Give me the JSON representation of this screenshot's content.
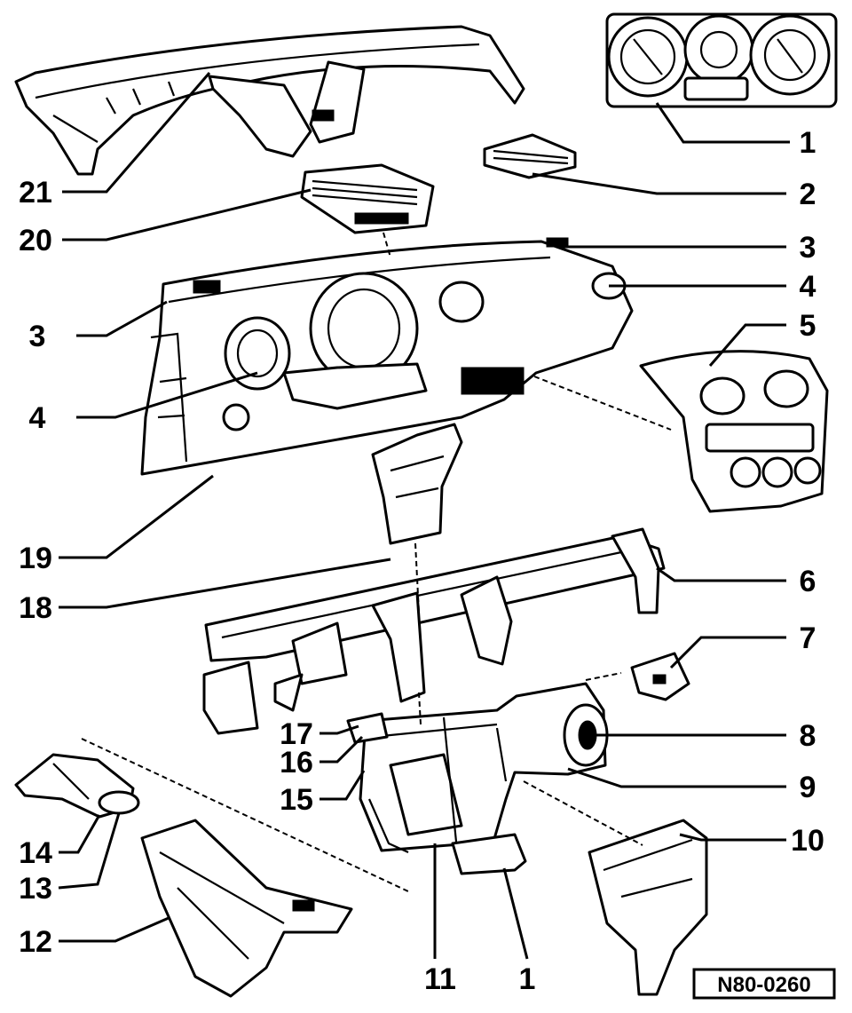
{
  "callouts": {
    "c1": "1",
    "c2": "2",
    "c3r": "3",
    "c4r": "4",
    "c5": "5",
    "c3l": "3",
    "c4l": "4",
    "c6": "6",
    "c7": "7",
    "c8": "8",
    "c9": "9",
    "c10": "10",
    "c11": "11",
    "c1b": "1",
    "c12": "12",
    "c13": "13",
    "c14": "14",
    "c15": "15",
    "c16": "16",
    "c17": "17",
    "c18": "18",
    "c19": "19",
    "c20": "20",
    "c21": "21"
  },
  "reference_code": "N80-0260"
}
